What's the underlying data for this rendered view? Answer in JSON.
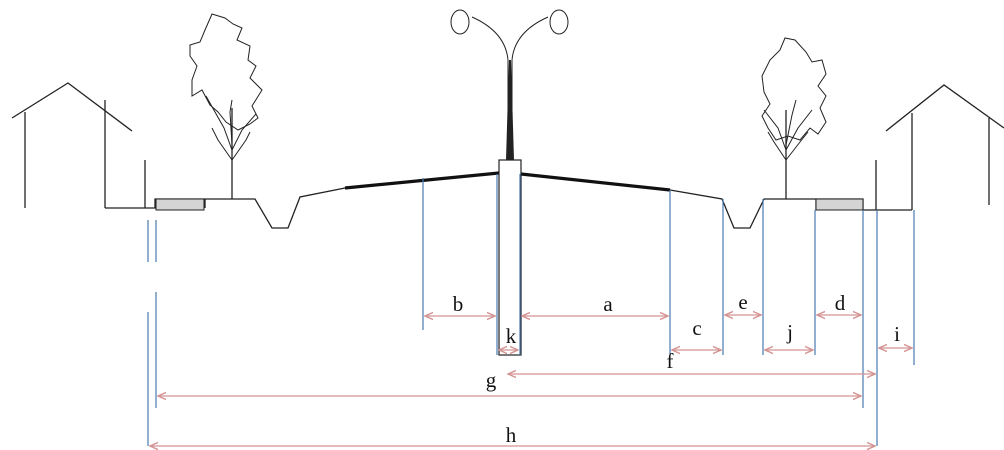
{
  "diagram": {
    "labels": {
      "a": "a",
      "b": "b",
      "c": "c",
      "d": "d",
      "e": "e",
      "f": "f",
      "g": "g",
      "h": "h",
      "i": "i",
      "j": "j",
      "k": "k"
    },
    "colors": {
      "structure": "#222222",
      "reference_lines": "#4a7ab0",
      "dimension_arrows": "#d49494",
      "curb_fill": "#d4d4d4"
    }
  }
}
